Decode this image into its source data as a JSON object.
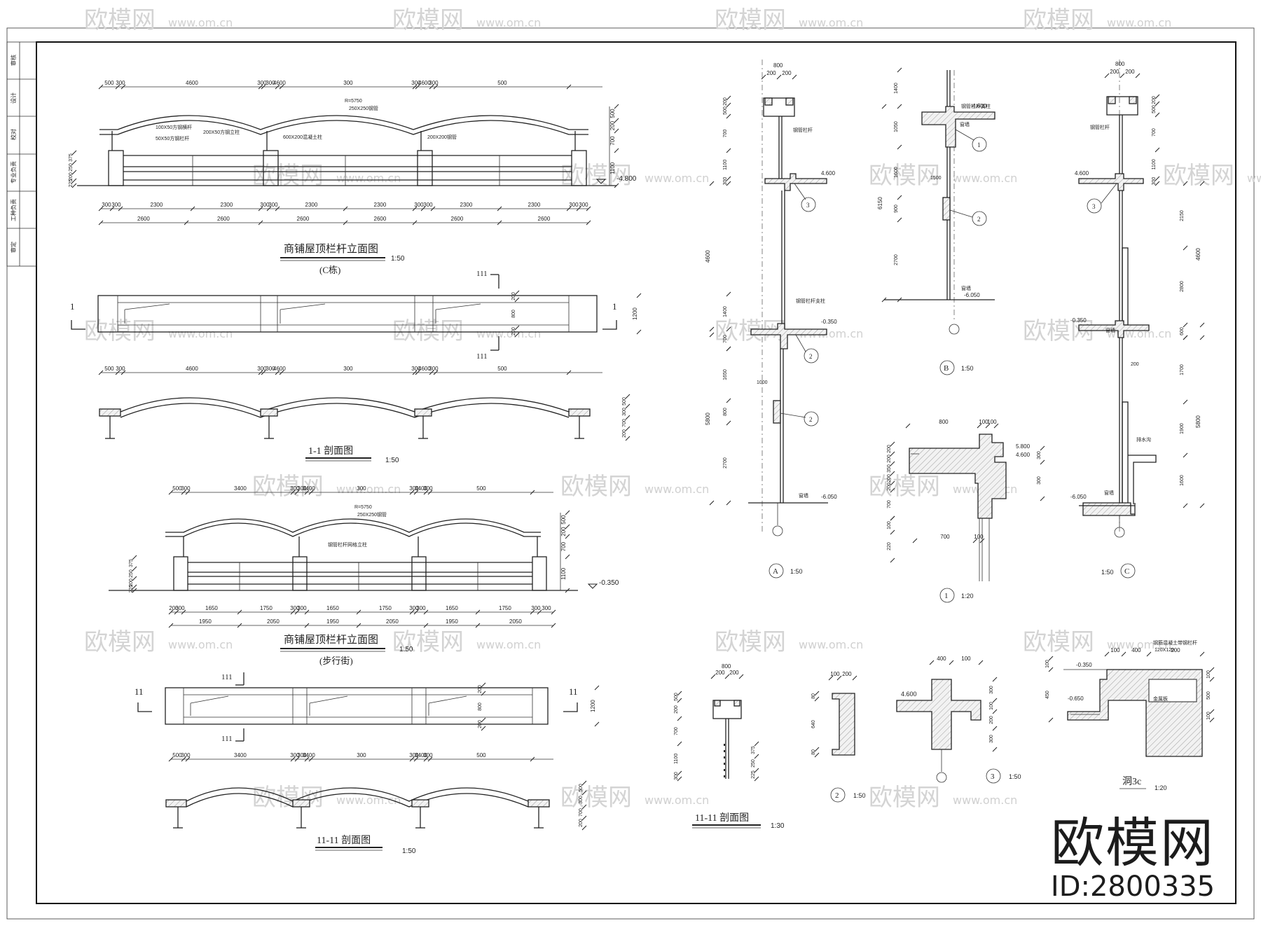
{
  "sheet": {
    "title_block": [
      "审核",
      "设计",
      "校对",
      "专业负责",
      "工种负责",
      "审定"
    ]
  },
  "watermark": {
    "name": "欧模网",
    "url": "www.om.cn"
  },
  "brand_mark": {
    "name": "欧模网",
    "id": "ID:2800335"
  },
  "drawings": {
    "elev_c": {
      "title": "商铺屋顶栏杆立面图",
      "subtitle": "(C栋)",
      "scale": "1:50",
      "top_dims": [
        "500",
        "300",
        "4600",
        "300",
        "300",
        "4600",
        "300",
        "300",
        "4600",
        "300",
        "500"
      ],
      "bottom_dims_1": [
        "300",
        "300",
        "2300",
        "2300",
        "300",
        "300",
        "2300",
        "2300",
        "300",
        "300",
        "2300",
        "2300",
        "300",
        "300"
      ],
      "bottom_dims_2": [
        "2600",
        "2600",
        "2600",
        "2600",
        "2600",
        "2600"
      ],
      "height_dims": [
        "500",
        "200",
        "700",
        "1100"
      ],
      "left_dims": [
        "375",
        "250",
        "200",
        "225"
      ],
      "level": "-4.800",
      "notes": [
        "R=5750",
        "250X250钢管",
        "100X50方钢横杆",
        "200X50方钢立柱",
        "50X50方钢栏杆",
        "600X200混凝土柱",
        "200X200钢管"
      ]
    },
    "plan_c": {
      "cut_mark": "1",
      "section_mark": "111",
      "dims": [
        "200",
        "800",
        "200",
        "1200"
      ]
    },
    "section_1": {
      "title": "1-1 剖面图",
      "scale": "1:50",
      "top_dims": [
        "500",
        "300",
        "4600",
        "300",
        "300",
        "4600",
        "300",
        "300",
        "4600",
        "300",
        "500"
      ],
      "right_dims": [
        "500",
        "300",
        "700",
        "200"
      ]
    },
    "elev_walk": {
      "title": "商铺屋顶栏杆立面图",
      "subtitle": "(步行街)",
      "scale": "1:50",
      "top_dims": [
        "500",
        "300",
        "3400",
        "300",
        "300",
        "3400",
        "300",
        "300",
        "3400",
        "300",
        "500"
      ],
      "bottom_dims_1": [
        "200",
        "300",
        "1650",
        "1750",
        "300",
        "300",
        "1650",
        "1750",
        "300",
        "300",
        "1650",
        "1750",
        "300",
        "300"
      ],
      "bottom_dims_2": [
        "1950",
        "2050",
        "1950",
        "2050",
        "1950",
        "2050"
      ],
      "height_dims": [
        "500",
        "200",
        "700",
        "1100"
      ],
      "left_dims": [
        "375",
        "250",
        "200",
        "225"
      ],
      "level": "-0.350",
      "notes": [
        "R=5750",
        "250X250钢管",
        "钢管栏杆网格立柱"
      ]
    },
    "plan_walk": {
      "cut_mark": "11",
      "section_mark": "111",
      "dims": [
        "200",
        "800",
        "200",
        "1200"
      ]
    },
    "section_11": {
      "title": "11-11 剖面图",
      "scale": "1:50",
      "top_dims": [
        "500",
        "300",
        "3400",
        "300",
        "300",
        "3400",
        "300",
        "300",
        "3400",
        "300",
        "500"
      ],
      "right_dims": [
        "500",
        "300",
        "700",
        "200"
      ]
    },
    "detail_a": {
      "label": "A",
      "scale": "1:50",
      "top_dims": [
        "800",
        "200",
        "200"
      ],
      "left_dims": [
        "200",
        "500",
        "700",
        "1100",
        "300",
        "4600",
        "1400",
        "700",
        "1650",
        "5800",
        "800",
        "2700"
      ],
      "levels": [
        "4.600",
        "-0.350",
        "-6.050"
      ],
      "notes": [
        "钢管栏杆",
        "钢管栏杆支柱",
        "窗墙",
        "1000"
      ],
      "circles": [
        "3",
        "2",
        "2"
      ]
    },
    "detail_b": {
      "label": "B",
      "scale": "1:50",
      "left_dims": [
        "1400",
        "1050",
        "1600",
        "6150",
        "900",
        "2700"
      ],
      "levels": [
        "4.600",
        "-6.050"
      ],
      "notes": [
        "钢管栏杆支柱",
        "窗墙",
        "窗墙",
        "1500"
      ],
      "circles": [
        "1",
        "2"
      ]
    },
    "detail_c": {
      "label": "C",
      "scale": "1:50",
      "top_dims": [
        "800",
        "200",
        "200"
      ],
      "left_dims": [
        "200",
        "500",
        "700",
        "1100",
        "300"
      ],
      "right_dims": [
        "2150",
        "4600",
        "2800",
        "600",
        "1700",
        "5800",
        "1900",
        "1600"
      ],
      "levels": [
        "4.600",
        "-0.350",
        "-6.050"
      ],
      "notes": [
        "钢管栏杆",
        "窗墙",
        "排水沟",
        "窗墙",
        "200"
      ],
      "circles": [
        "3"
      ]
    },
    "detail_1": {
      "label": "1",
      "scale": "1:20",
      "top_dims": [
        "800",
        "100",
        "100"
      ],
      "left_dims": [
        "200",
        "200",
        "350",
        "200",
        "200",
        "700",
        "100",
        "220"
      ],
      "right_dims": [
        "300",
        "300"
      ],
      "levels": [
        "5.800",
        "4.600"
      ],
      "bottom_dims": [
        "700",
        "100"
      ]
    },
    "section_11_small": {
      "title": "11-11 剖面图",
      "scale": "1:30",
      "top_dims": [
        "800",
        "200",
        "200"
      ],
      "left_dims": [
        "500",
        "200",
        "700",
        "1100",
        "300"
      ],
      "right_dims": [
        "375",
        "250",
        "225"
      ]
    },
    "detail_2": {
      "label": "2",
      "scale": "1:50",
      "dims": [
        "100",
        "200",
        "80",
        "640",
        "80"
      ]
    },
    "detail_3": {
      "label": "3",
      "scale": "1:50",
      "dims": [
        "400",
        "100",
        "300",
        "100",
        "200",
        "300"
      ],
      "level": "4.600"
    },
    "detail_3c": {
      "label": "洞3c",
      "scale": "1:20",
      "top_dims": [
        "100",
        "400",
        "200"
      ],
      "left_dims": [
        "100",
        "450"
      ],
      "right_dims": [
        "100",
        "500",
        "100"
      ],
      "levels": [
        "-0.350",
        "-0.650"
      ],
      "notes": [
        "钢筋混凝土带钢栏杆",
        "120X120",
        "金属板"
      ]
    }
  }
}
